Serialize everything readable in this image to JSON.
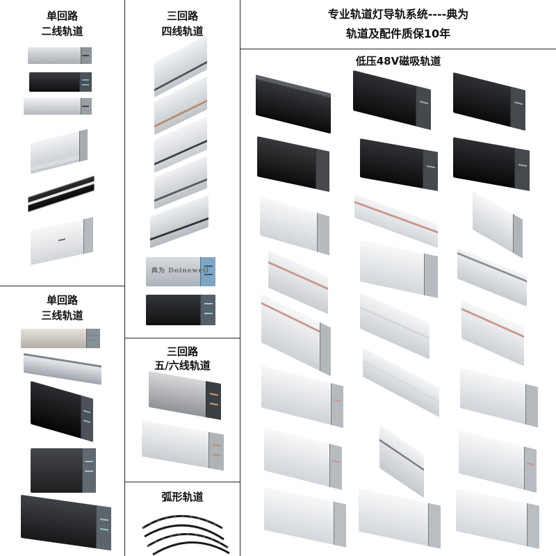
{
  "header": {
    "title_line1": "专业轨道灯导轨系统----典为",
    "title_line2": "轨道及配件质保10年"
  },
  "sections": {
    "single_two": {
      "line1": "单回路",
      "line2": "二线轨道"
    },
    "single_three": {
      "line1": "单回路",
      "line2": "三线轨道"
    },
    "three_four": {
      "line1": "三回路",
      "line2": "四线轨道"
    },
    "three_five_six": {
      "line1": "三回路",
      "line2": "五/六线轨道"
    },
    "curved": {
      "title": "弧形轨道"
    },
    "magnetic": {
      "title": "低压48V磁吸轨道"
    }
  },
  "brand_logo_text": "典为 Doinewell",
  "colors": {
    "silver": "#c8ccd0",
    "white": "#eef0f2",
    "black": "#1c1c1e",
    "charcoal": "#3a3c40",
    "divider": "#222222"
  }
}
